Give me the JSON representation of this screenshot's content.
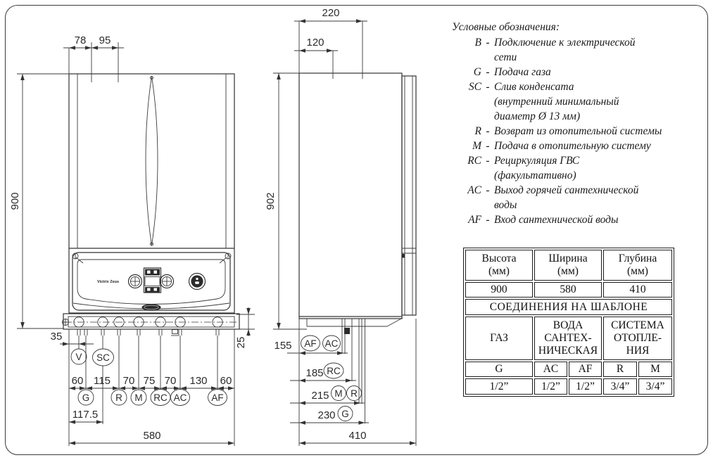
{
  "front_view": {
    "dim_top_left": "78",
    "dim_top_right": "95",
    "dim_height": "900",
    "dim_v_offset": "35",
    "dim_strip": "25",
    "chain": [
      "60",
      "115",
      "70",
      "75",
      "70",
      "130",
      "60"
    ],
    "dim_sc": "117.5",
    "dim_width": "580",
    "top_ports": [
      "V",
      "SC"
    ],
    "bottom_ports": [
      "G",
      "R",
      "M",
      "RC",
      "AC",
      "AF"
    ],
    "brand": "Victrix Zeus"
  },
  "side_view": {
    "dim_depth_total_top": "220",
    "dim_depth_inner_top": "120",
    "dim_height": "902",
    "dim_afac": "155",
    "dim_rc": "185",
    "dim_mr": "215",
    "dim_g": "230",
    "dim_depth": "410",
    "ports_afac": [
      "AF",
      "AC"
    ],
    "port_rc": "RC",
    "ports_mr": [
      "M",
      "R"
    ],
    "port_g": "G"
  },
  "legend": {
    "title": "Условные обозначения:",
    "sep": "-",
    "items": [
      {
        "key": "B",
        "text": "Подключение к электрической\nсети"
      },
      {
        "key": "G",
        "text": "Подача газа"
      },
      {
        "key": "SC",
        "text": "Слив конденсата\n(внутренний минимальный\nдиаметр Ø 13 мм)"
      },
      {
        "key": "R",
        "text": "Возврат из отопительной системы"
      },
      {
        "key": "M",
        "text": "Подача в отопительную систему"
      },
      {
        "key": "RC",
        "text": "Рециркуляция ГВС\n(факультативно)"
      },
      {
        "key": "AC",
        "text": "Выход горячей сантехнической\nводы"
      },
      {
        "key": "AF",
        "text": "Вход сантехнической воды"
      }
    ]
  },
  "table": {
    "dim_headers": [
      "Высота\n(мм)",
      "Ширина\n(мм)",
      "Глубина\n(мм)"
    ],
    "dim_values": [
      "900",
      "580",
      "410"
    ],
    "section_title": "СОЕДИНЕНИЯ НА ШАБЛОНЕ",
    "group_headers": [
      "ГАЗ",
      "ВОДА\nСАНТЕХ-\nНИЧЕСКАЯ",
      "СИСТЕМА\nОТОПЛЕ-\nНИЯ"
    ],
    "port_letters": [
      "G",
      "AC",
      "AF",
      "R",
      "M"
    ],
    "port_sizes": [
      "1/2”",
      "1/2”",
      "1/2”",
      "3/4”",
      "3/4”"
    ]
  }
}
